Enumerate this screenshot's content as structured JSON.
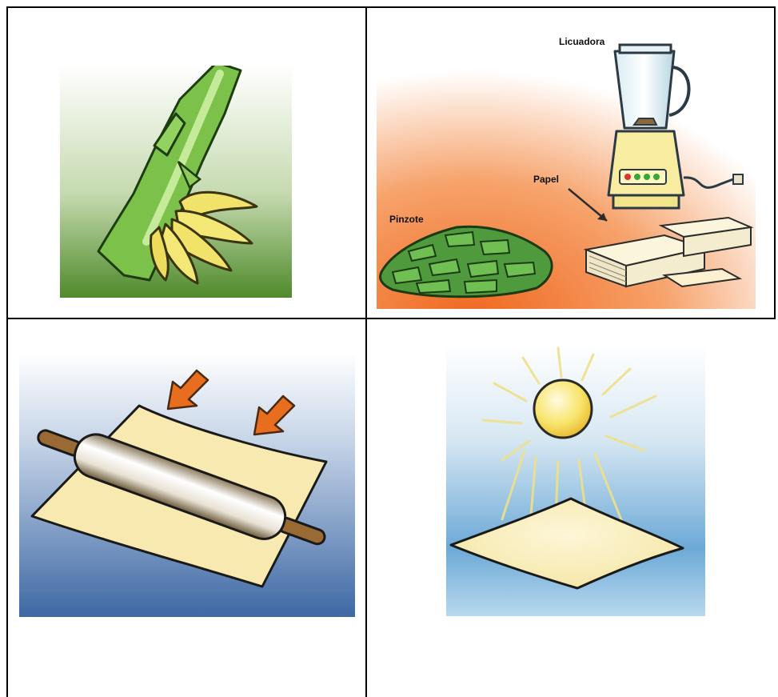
{
  "cells": [
    {
      "icon": "banana-stalk-icon"
    },
    {
      "icon": "materials-icon",
      "labels": {
        "blender": "Licuadora",
        "paper": "Papel",
        "stalk": "Pinzote"
      }
    },
    {
      "icon": "rolling-pin-icon"
    },
    {
      "icon": "sun-drying-icon"
    }
  ],
  "colors": {
    "grid": "#000000",
    "stalk_green": "#7cc24a",
    "banana_yellow": "#f1e36a",
    "orange_bg": "#f0661e",
    "blue_bg": "#3e68a4",
    "paper_cream": "#f8e9b0",
    "arrow_orange": "#e86d1f"
  }
}
